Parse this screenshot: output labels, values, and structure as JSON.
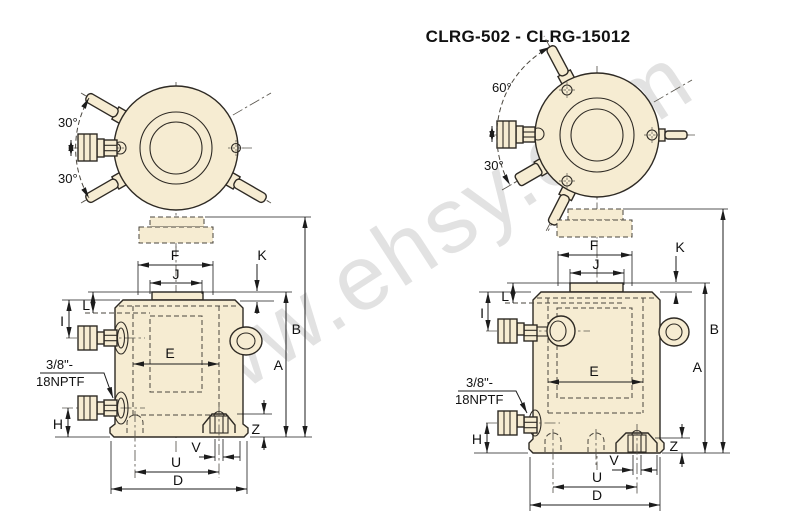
{
  "title": "CLRG-502 - CLRG-15012",
  "watermark": "www.ehsy.com",
  "colors": {
    "body_fill": "#f6ecd2",
    "outline": "#2e2a24",
    "dim_line": "#1c1c1c",
    "watermark": "#cccccc"
  },
  "plan_left": {
    "angle_upper": "30°",
    "angle_lower": "30°"
  },
  "plan_right": {
    "angle_upper": "60°",
    "angle_lower": "30°"
  },
  "dims": {
    "F": "F",
    "J": "J",
    "K": "K",
    "L": "L",
    "I": "I",
    "B": "B",
    "A": "A",
    "E": "E",
    "H": "H",
    "Z": "Z",
    "V": "V",
    "U": "U",
    "D": "D"
  },
  "port": {
    "line1": "3/8\"-",
    "line2": "18NPTF"
  }
}
